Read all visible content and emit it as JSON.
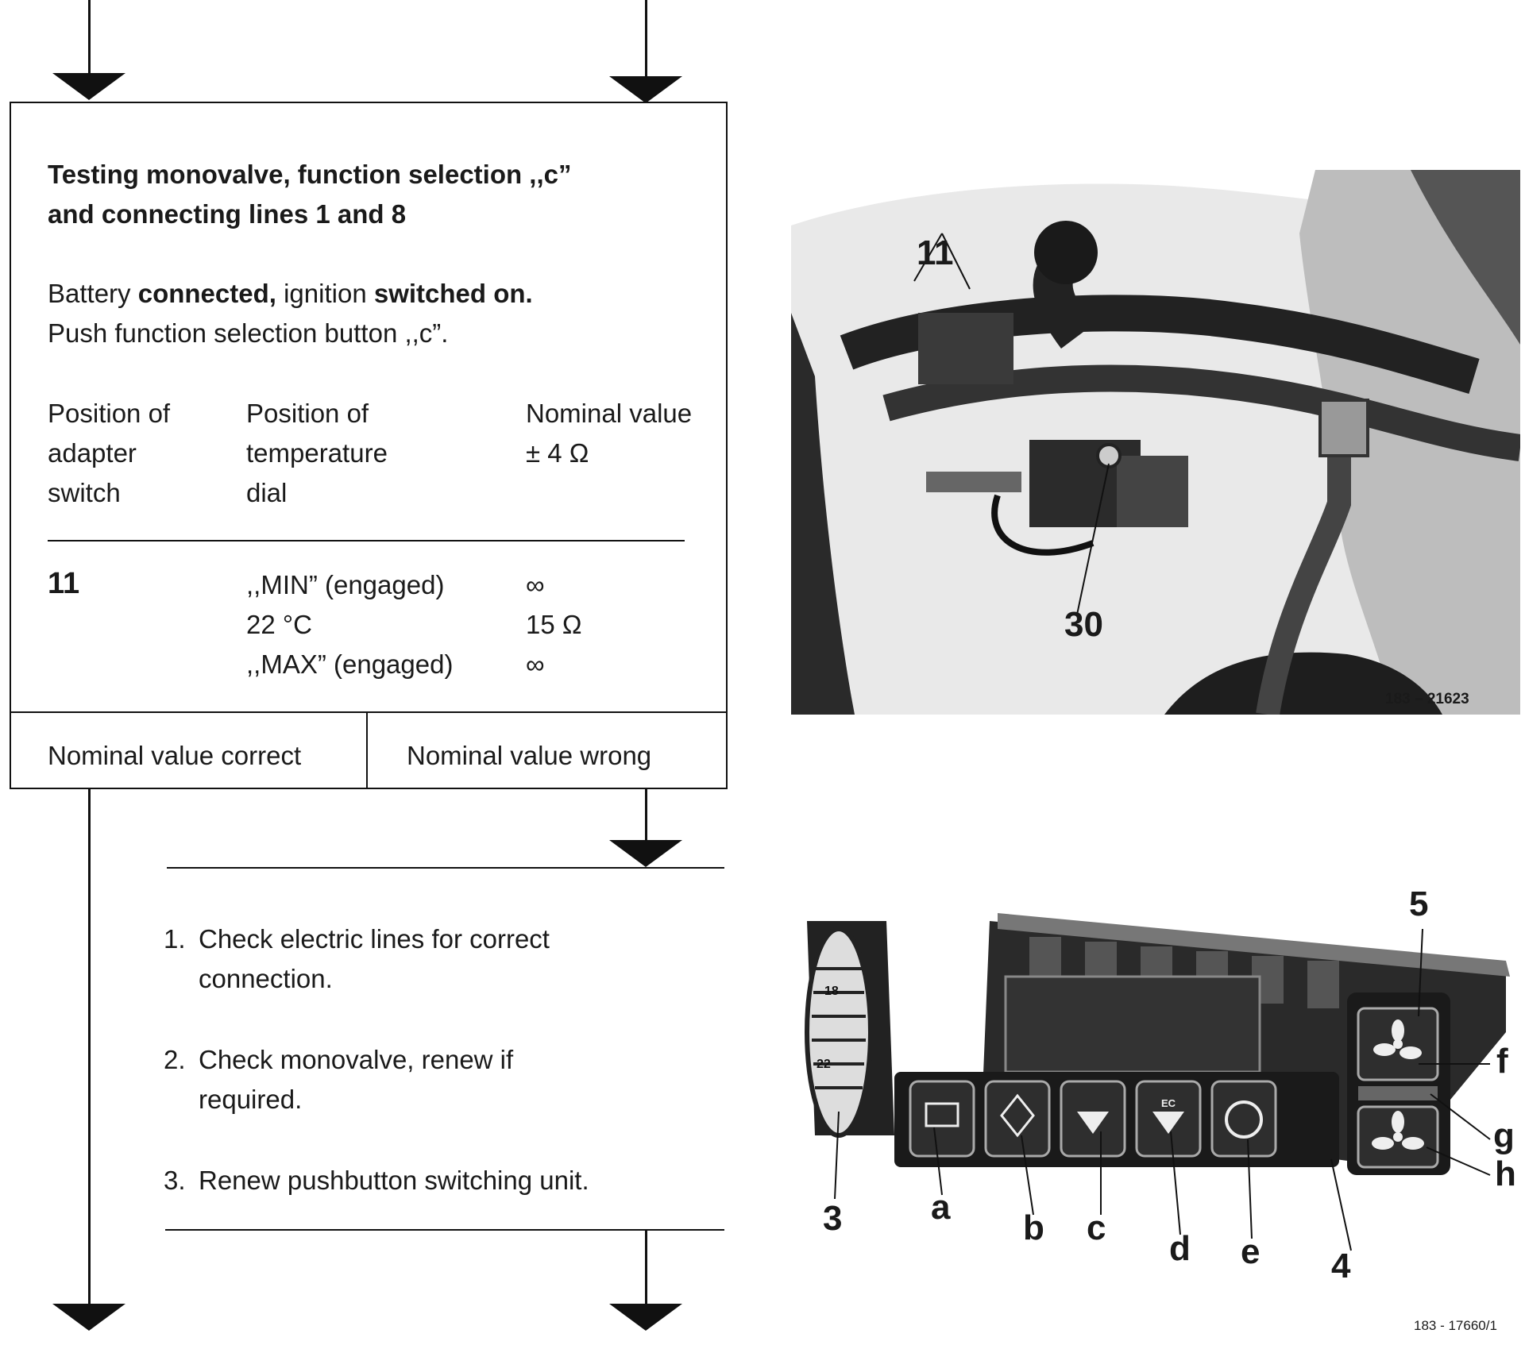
{
  "flowchart": {
    "title_line1": "Testing monovalve, function selection ,,c”",
    "title_line2": "and connecting lines 1 and 8",
    "instruction1": {
      "part1": "Battery ",
      "part2": "connected,",
      "part3": " ignition ",
      "part4": "switched on."
    },
    "instruction2": "Push function selection button ,,c”.",
    "table": {
      "headers": [
        [
          "Position of",
          "adapter",
          "switch"
        ],
        [
          "Position of",
          "temperature",
          "dial"
        ],
        [
          "Nominal value",
          "± 4 Ω"
        ]
      ],
      "adapter_position": "11",
      "rows": [
        {
          "dial": ",,MIN” (engaged)",
          "value": "∞"
        },
        {
          "dial": "22 °C",
          "value": "15 Ω"
        },
        {
          "dial": ",,MAX” (engaged)",
          "value": "∞"
        }
      ]
    },
    "outcome_correct": "Nominal value correct",
    "outcome_wrong": "Nominal value wrong",
    "steps": [
      {
        "num": "1.",
        "line1": "Check electric lines for correct",
        "line2": "connection."
      },
      {
        "num": "2.",
        "line1": "Check monovalve, renew if",
        "line2": "required."
      },
      {
        "num": "3.",
        "line1": "Renew pushbutton switching unit.",
        "line2": ""
      }
    ]
  },
  "figure_top": {
    "code": "183 – 21623",
    "callouts": [
      "11",
      "30"
    ]
  },
  "figure_bottom": {
    "code": "183 - 17660/1",
    "callouts": [
      "5",
      "f",
      "g",
      "h",
      "3",
      "a",
      "b",
      "c",
      "d",
      "e",
      "4"
    ],
    "dial_labels": [
      "18",
      "22"
    ],
    "button_label": "EC"
  }
}
